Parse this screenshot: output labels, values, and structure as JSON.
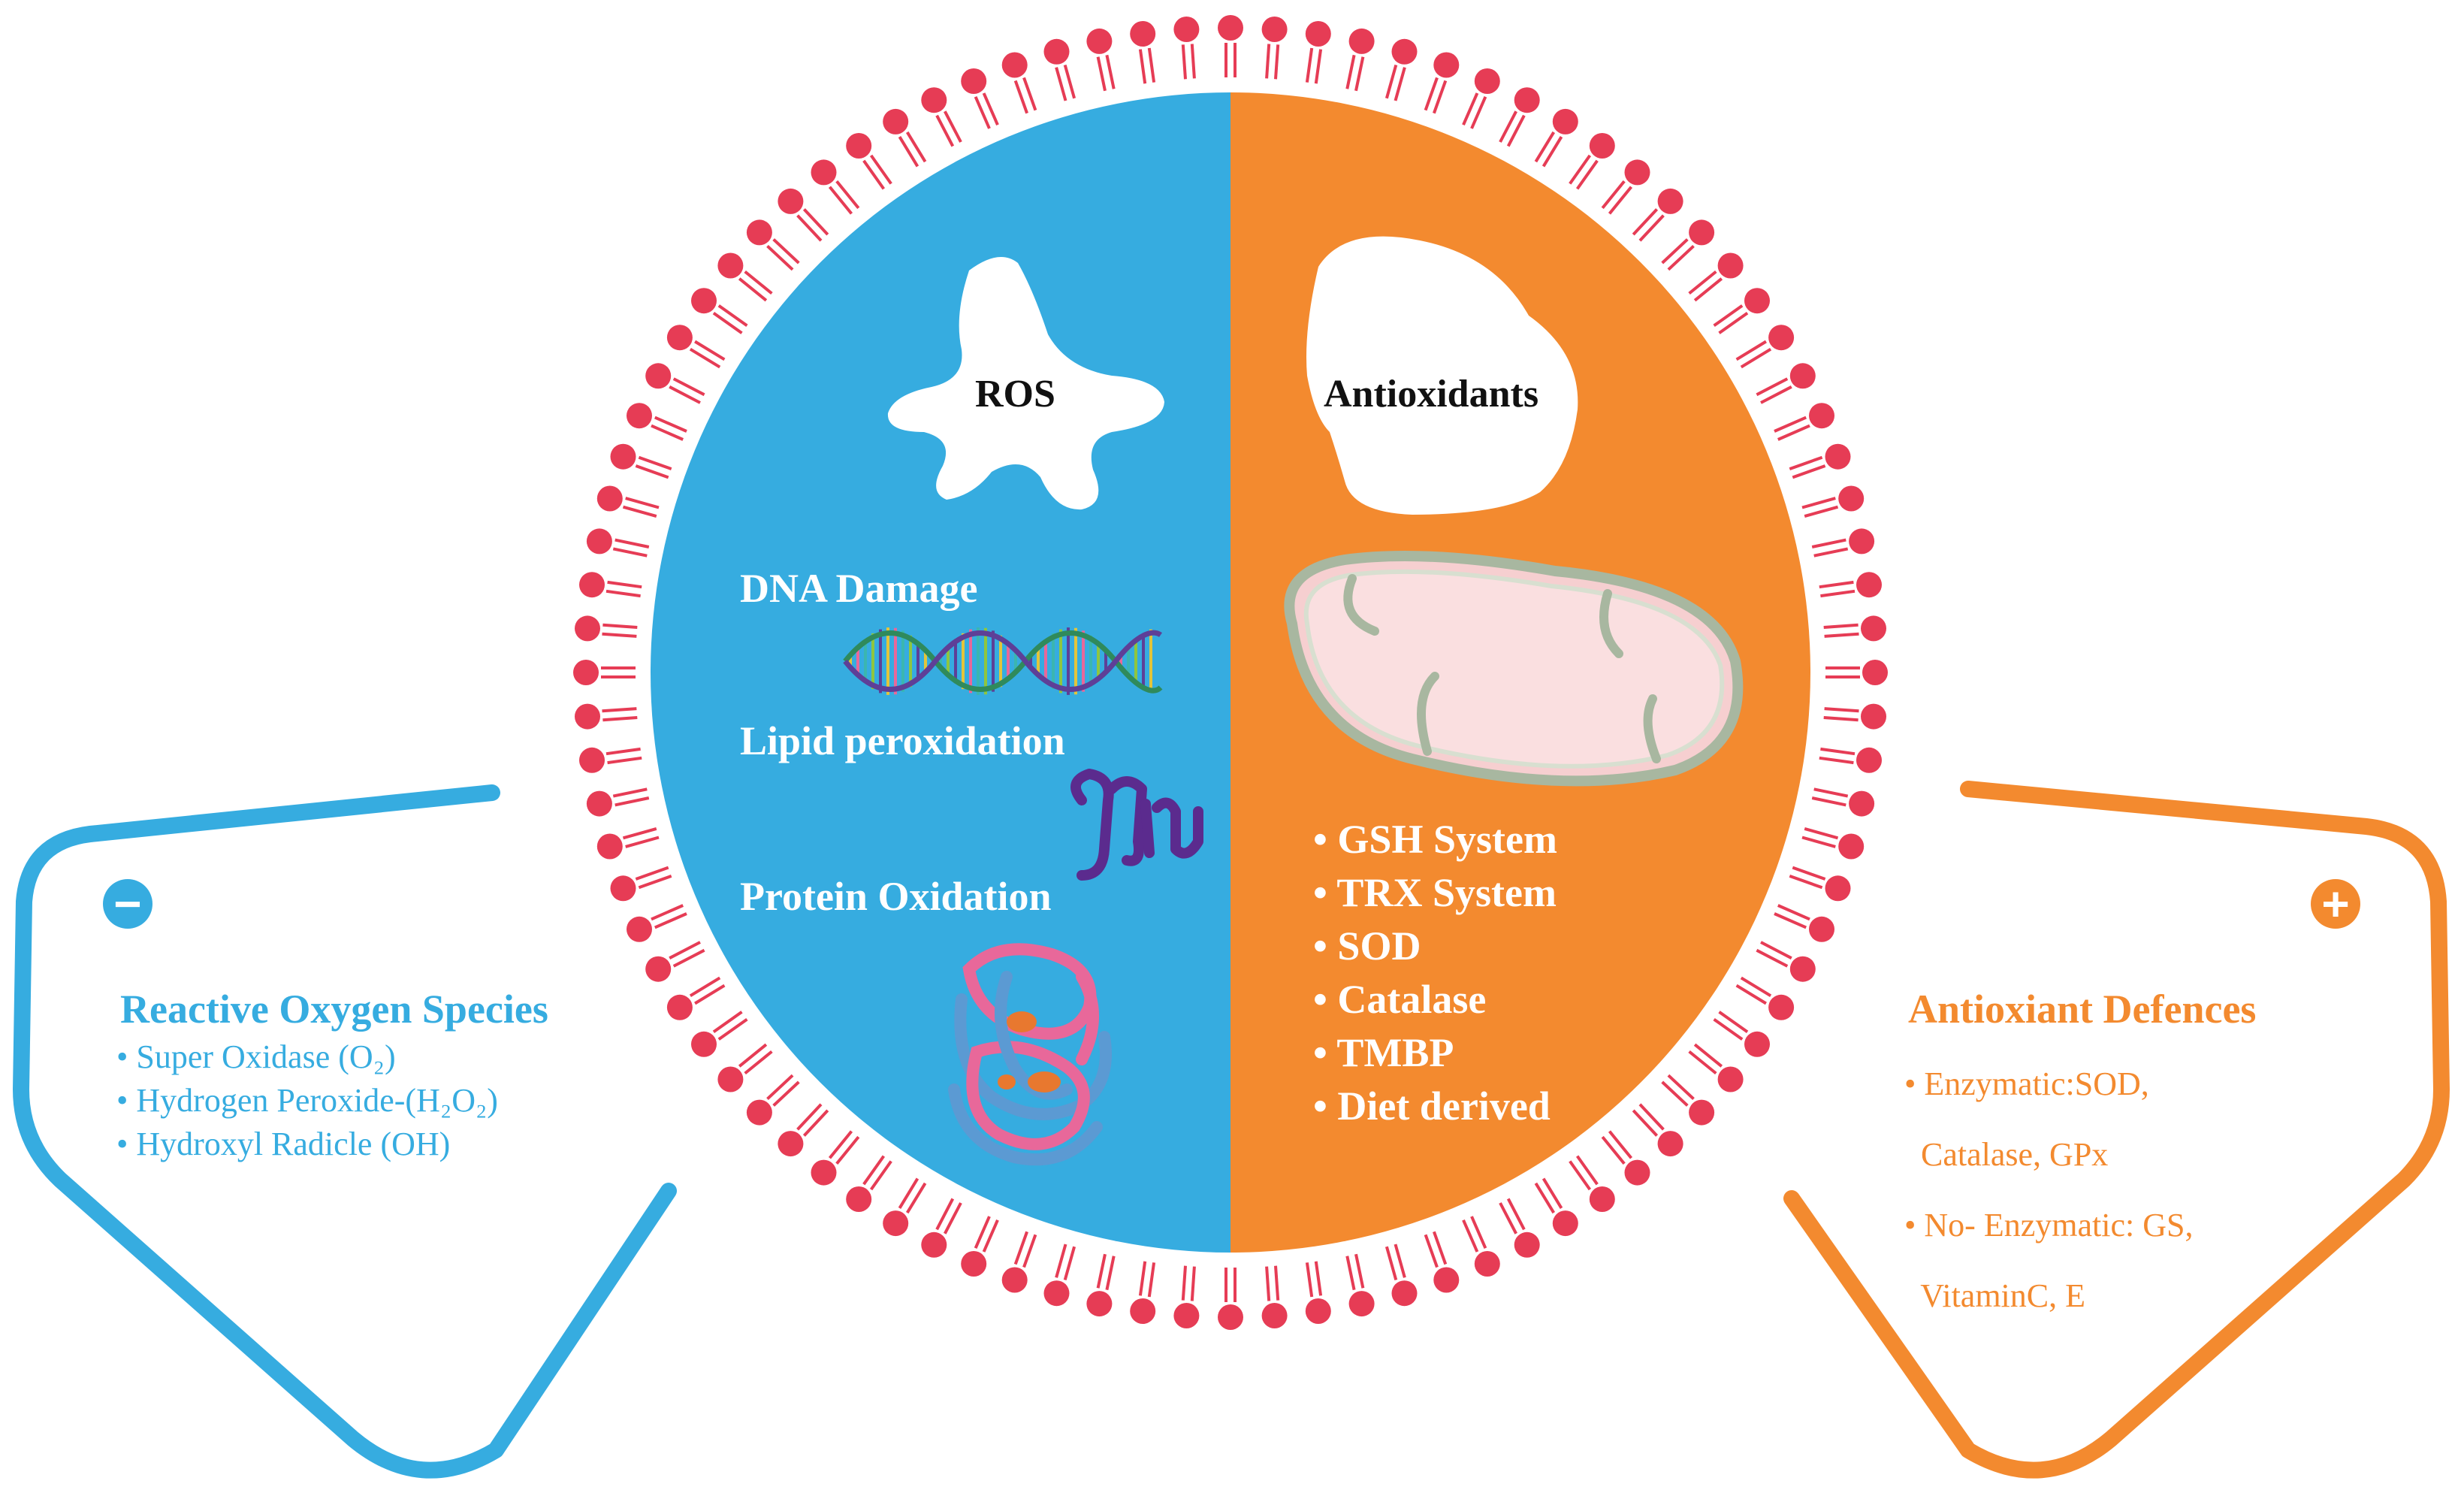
{
  "left_half": {
    "title": "ROS",
    "effects": [
      "DNA Damage",
      "Lipid peroxidation",
      "Protein Oxidation"
    ],
    "color": "#36ace0"
  },
  "right_half": {
    "title": "Antioxidants",
    "systems": [
      "• GSH System",
      "• TRX System",
      "• SOD",
      "• Catalase",
      "• TMBP",
      "• Diet derived"
    ],
    "color": "#f38a2f"
  },
  "membrane_color": "#e63c55",
  "left_panel": {
    "badge": "−",
    "heading": "Reactive Oxygen Species",
    "items": [
      "• Super Oxidase (O₂)",
      "• Hydrogen Peroxide-(H₂O₂)",
      "• Hydroxyl Radicle (OH)"
    ],
    "color": "#36ace0"
  },
  "right_panel": {
    "badge": "+",
    "heading": "Antioxiant Defences",
    "items": [
      "• Enzymatic:SOD,",
      "  Catalase, GPx",
      "• No- Enzymatic: GS,",
      "  VitaminC, E"
    ],
    "color": "#f38a2f"
  }
}
